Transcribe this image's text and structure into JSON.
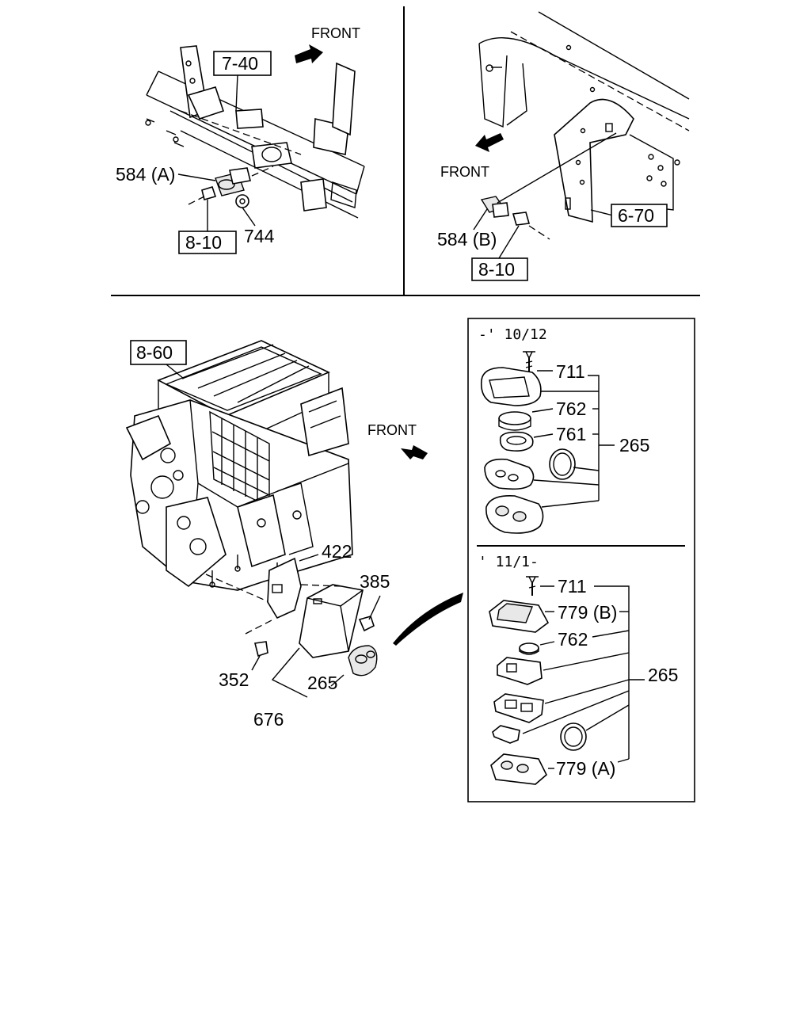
{
  "diagram": {
    "front_labels": [
      "FRONT",
      "FRONT",
      "FRONT"
    ],
    "ref_boxes": {
      "top_left_frame": "7-40",
      "top_left_connector": "8-10",
      "top_right_frame": "6-70",
      "top_right_connector": "8-10",
      "hvac_unit": "8-60"
    },
    "callouts": {
      "switch_a": "584 (A)",
      "nut": "744",
      "switch_b": "584 (B)",
      "bracket": "422",
      "bolt": "385",
      "screw": "352",
      "transmitter": "265",
      "receiver_unit": "676"
    },
    "inset": {
      "section_old": {
        "heading": "-' 10/12",
        "parts": [
          "711",
          "762",
          "761",
          "265"
        ]
      },
      "section_new": {
        "heading": "' 11/1-",
        "parts": [
          "711",
          "779 (B)",
          "762",
          "265",
          "779 (A)"
        ]
      }
    }
  }
}
